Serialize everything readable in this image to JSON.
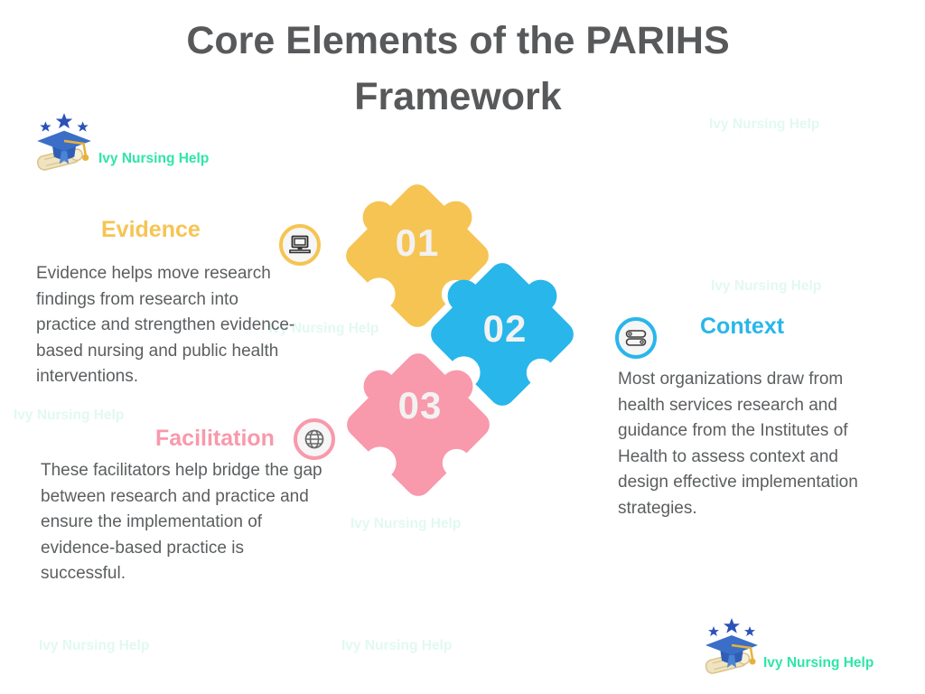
{
  "title": {
    "line1": "Core Elements of the PARIHS",
    "line2": "Framework"
  },
  "brand": {
    "name": "Ivy Nursing Help"
  },
  "watermark_text": "Ivy Nursing Help",
  "sections": [
    {
      "id": "evidence",
      "number": "01",
      "label": "Evidence",
      "icon": "laptop-icon",
      "accent_color": "#F6C453",
      "body": "Evidence helps move research findings from research into practice and strengthen evidence-based nursing and public health interventions."
    },
    {
      "id": "context",
      "number": "02",
      "label": "Context",
      "icon": "toggle-switches-icon",
      "accent_color": "#29B6EA",
      "body": "Most organizations draw from health services research and guidance from the Institutes of Health to assess context and design effective implementation strategies."
    },
    {
      "id": "facilitation",
      "number": "03",
      "label": "Facilitation",
      "icon": "globe-icon",
      "accent_color": "#F899AC",
      "body": "These facilitators help bridge the gap between research and practice and ensure the implementation of evidence-based practice is successful."
    }
  ],
  "colors": {
    "title_text": "#58595B",
    "body_text": "#5B5E60",
    "brand_text": "#2EE6A8",
    "watermark": "#E1F9F1",
    "puzzle_yellow": "#F6C453",
    "puzzle_blue": "#29B6EA",
    "puzzle_pink": "#F899AC",
    "puzzle_number": "#F2F2F2",
    "logo_cap_blue": "#3B6FC7",
    "logo_star_blue": "#2A52B8",
    "logo_tassel_gold": "#E8B23A",
    "logo_scroll_beige": "#EFE3C0"
  }
}
